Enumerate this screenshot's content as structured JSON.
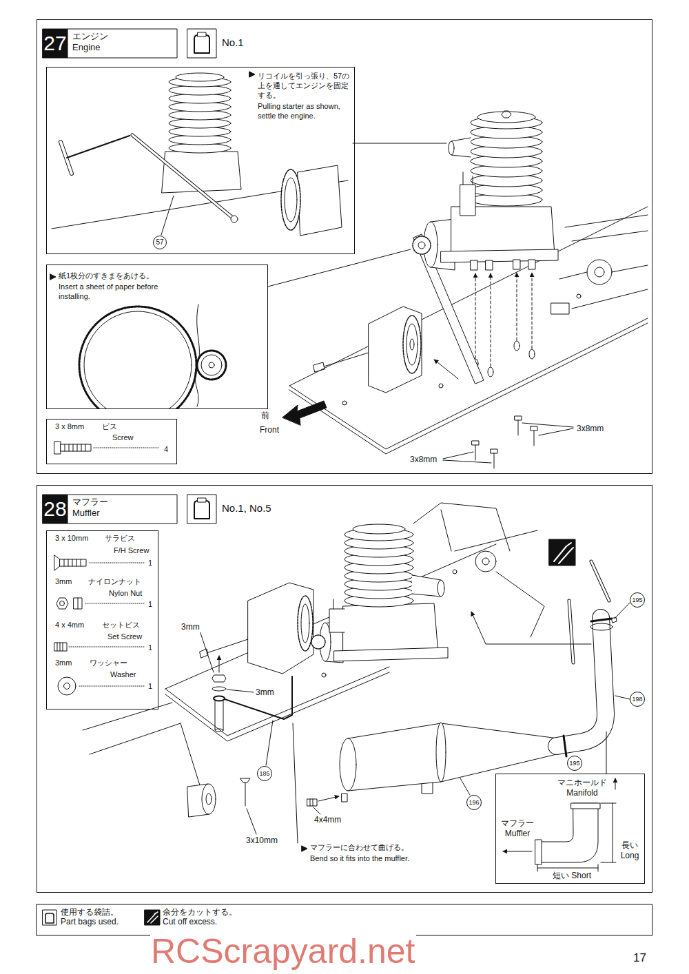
{
  "diagram": {
    "nodes": [
      {
        "text": [
          "27",
          "エンジン Engine"
        ]
      },
      {
        "text": [
          "No.1"
        ],
        "in": 0
      },
      {
        "text": [
          "リコイルを引っ張り、57の上を通してエンジンを固定する。",
          "Pulling starter as shown, settle the engine."
        ],
        "in": 0
      },
      {
        "text": [
          "紙1枚分のすきまをあける。",
          "Insert a sheet of paper before installing."
        ],
        "in": 0
      },
      {
        "text": [
          "3 x 8mm",
          "ビス",
          "Screw",
          "4"
        ],
        "in": 0
      },
      {
        "text": [
          "28",
          "マフラー Muffler"
        ]
      },
      {
        "text": [
          "No.1, No.5"
        ],
        "in": 5
      },
      {
        "text": [
          "3 x 10mm",
          "サラビス",
          "F/H Screw",
          "1",
          "3mm",
          "ナイロンナット",
          "Nylon Nut",
          "1",
          "4 x 4mm",
          "セットビス",
          "Set Screw",
          "1",
          "3mm",
          "ワッシャー",
          "Washer",
          "1"
        ],
        "in": 5
      },
      {
        "text": [
          "マニホールド Manifold",
          "マフラー Muffler",
          "長い Long",
          "短い Short"
        ],
        "in": 5
      }
    ],
    "labels": [
      "57",
      "前",
      "Front",
      "3x8mm",
      "3x8mm",
      "3mm",
      "3mm",
      "185",
      "4x4mm",
      "3x10mm",
      "マフラーに合わせて曲げる。",
      "Bend so it fits into the muffler.",
      "195",
      "198",
      "195",
      "196",
      "17",
      "RCScrapyard.net"
    ],
    "legend": [
      {
        "text": "使用する袋詰。 Part bags used."
      },
      {
        "text": "余分をカットする。 Cut off excess."
      }
    ]
  }
}
